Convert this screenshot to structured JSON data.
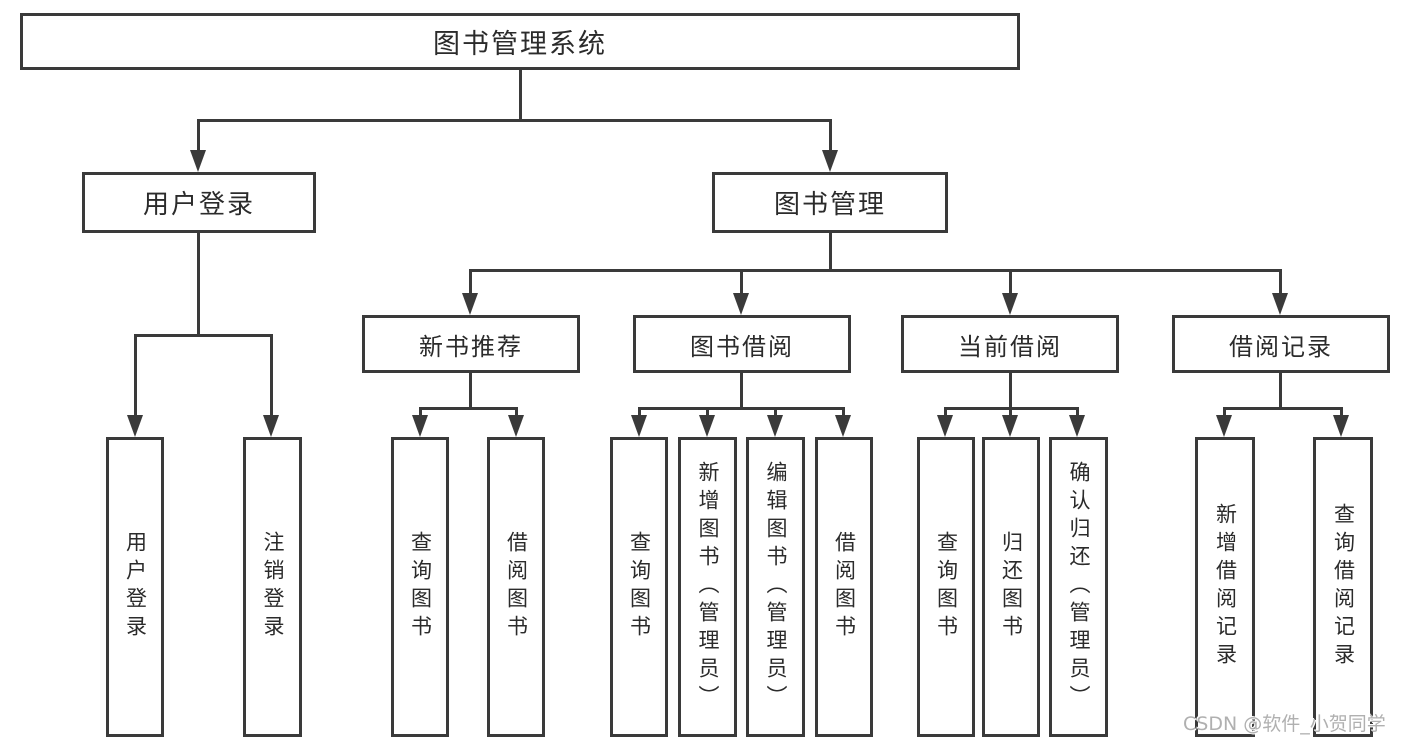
{
  "diagram": {
    "root": {
      "label": "图书管理系统"
    },
    "level2": [
      {
        "label": "用户登录"
      },
      {
        "label": "图书管理"
      }
    ],
    "level3": [
      {
        "label": "新书推荐"
      },
      {
        "label": "图书借阅"
      },
      {
        "label": "当前借阅"
      },
      {
        "label": "借阅记录"
      }
    ],
    "leaves": [
      {
        "label": "用户登录"
      },
      {
        "label": "注销登录"
      },
      {
        "label": "查询图书"
      },
      {
        "label": "借阅图书"
      },
      {
        "label": "查询图书"
      },
      {
        "label": "新增图书（管理员）"
      },
      {
        "label": "编辑图书（管理员）"
      },
      {
        "label": "借阅图书"
      },
      {
        "label": "查询图书"
      },
      {
        "label": "归还图书"
      },
      {
        "label": "确认归还（管理员）"
      },
      {
        "label": "新增借阅记录"
      },
      {
        "label": "查询借阅记录"
      }
    ]
  },
  "watermark": {
    "text": "CSDN @软件_小贺同学"
  },
  "colors": {
    "line": "#3a3a3a",
    "text": "#2b2b2b",
    "watermark": "#b0b0b0",
    "background": "#ffffff"
  }
}
